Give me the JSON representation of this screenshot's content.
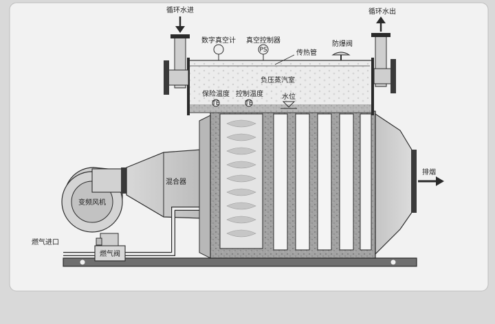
{
  "labels": {
    "water_in": "循环水进",
    "water_out": "循环水出",
    "vacuum_gauge": "数字真空计",
    "vacuum_controller": "真空控制器",
    "explosion_valve": "防爆阀",
    "heat_pipe": "传热管",
    "steam_chamber": "负压蒸汽室",
    "protect_temp": "保险温度",
    "control_temp": "控制温度",
    "water_level": "水位",
    "mixer": "混合器",
    "fan": "变频风机",
    "exhaust": "排烟",
    "gas_inlet": "燃气进口",
    "gas_valve": "燃气阀"
  },
  "symbols": {
    "gauge": "",
    "controller": "PS",
    "temp_sensor": "TE"
  },
  "colors": {
    "paper": "#f2f2f2",
    "background": "#d9d9d9",
    "line": "#2a2a2a",
    "refractory": "#9a9a9a",
    "flame": "#bdbdbd"
  }
}
